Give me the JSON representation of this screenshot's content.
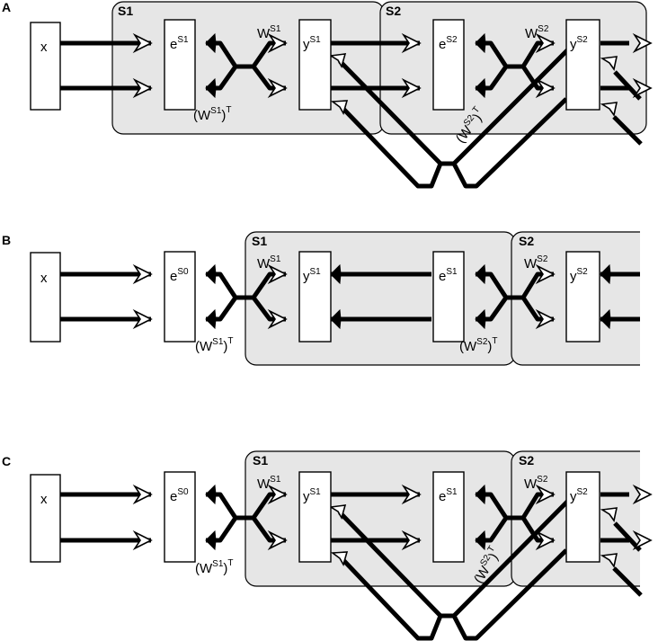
{
  "panels": [
    {
      "id": "A",
      "label": "A",
      "stages": [
        "S1",
        "S2"
      ],
      "nodes": {
        "input": "x",
        "error1": "e",
        "error1_sup": "S1",
        "output1": "y",
        "output1_sup": "S1",
        "error2": "e",
        "error2_sup": "S2",
        "output2": "y",
        "output2_sup": "S2"
      },
      "weights": {
        "w1": "W",
        "w1_sup": "S1",
        "w1t_pre": "(W",
        "w1t_sup": "S1",
        "w1t_post": ")",
        "w1t_t": "T",
        "w2": "W",
        "w2_sup": "S2",
        "w2t_pre": "(W",
        "w2t_sup": "S2",
        "w2t_post": ")",
        "w2t_t": "T"
      }
    },
    {
      "id": "B",
      "label": "B",
      "stages": [
        "S1",
        "S2"
      ],
      "nodes": {
        "input": "x",
        "error0": "e",
        "error0_sup": "S0",
        "output1": "y",
        "output1_sup": "S1",
        "error1": "e",
        "error1_sup": "S1",
        "output2": "y",
        "output2_sup": "S2"
      },
      "weights": {
        "w1": "W",
        "w1_sup": "S1",
        "w1t_pre": "(W",
        "w1t_sup": "S1",
        "w1t_post": ")",
        "w1t_t": "T",
        "w2": "W",
        "w2_sup": "S2",
        "w2t_pre": "(W",
        "w2t_sup": "S2",
        "w2t_post": ")",
        "w2t_t": "T"
      }
    },
    {
      "id": "C",
      "label": "C",
      "stages": [
        "S1",
        "S2"
      ],
      "nodes": {
        "input": "x",
        "error0": "e",
        "error0_sup": "S0",
        "output1": "y",
        "output1_sup": "S1",
        "error1": "e",
        "error1_sup": "S1",
        "output2": "y",
        "output2_sup": "S2"
      },
      "weights": {
        "w1": "W",
        "w1_sup": "S1",
        "w1t_pre": "(W",
        "w1t_sup": "S1",
        "w1t_post": ")",
        "w1t_t": "T",
        "w2": "W",
        "w2_sup": "S2",
        "w2t_pre": "(W",
        "w2t_sup": "S2",
        "w2t_post": ")",
        "w2t_t": "T"
      }
    }
  ],
  "colors": {
    "region_fill": "#e6e6e6",
    "stroke": "#000000",
    "background": "#ffffff"
  }
}
